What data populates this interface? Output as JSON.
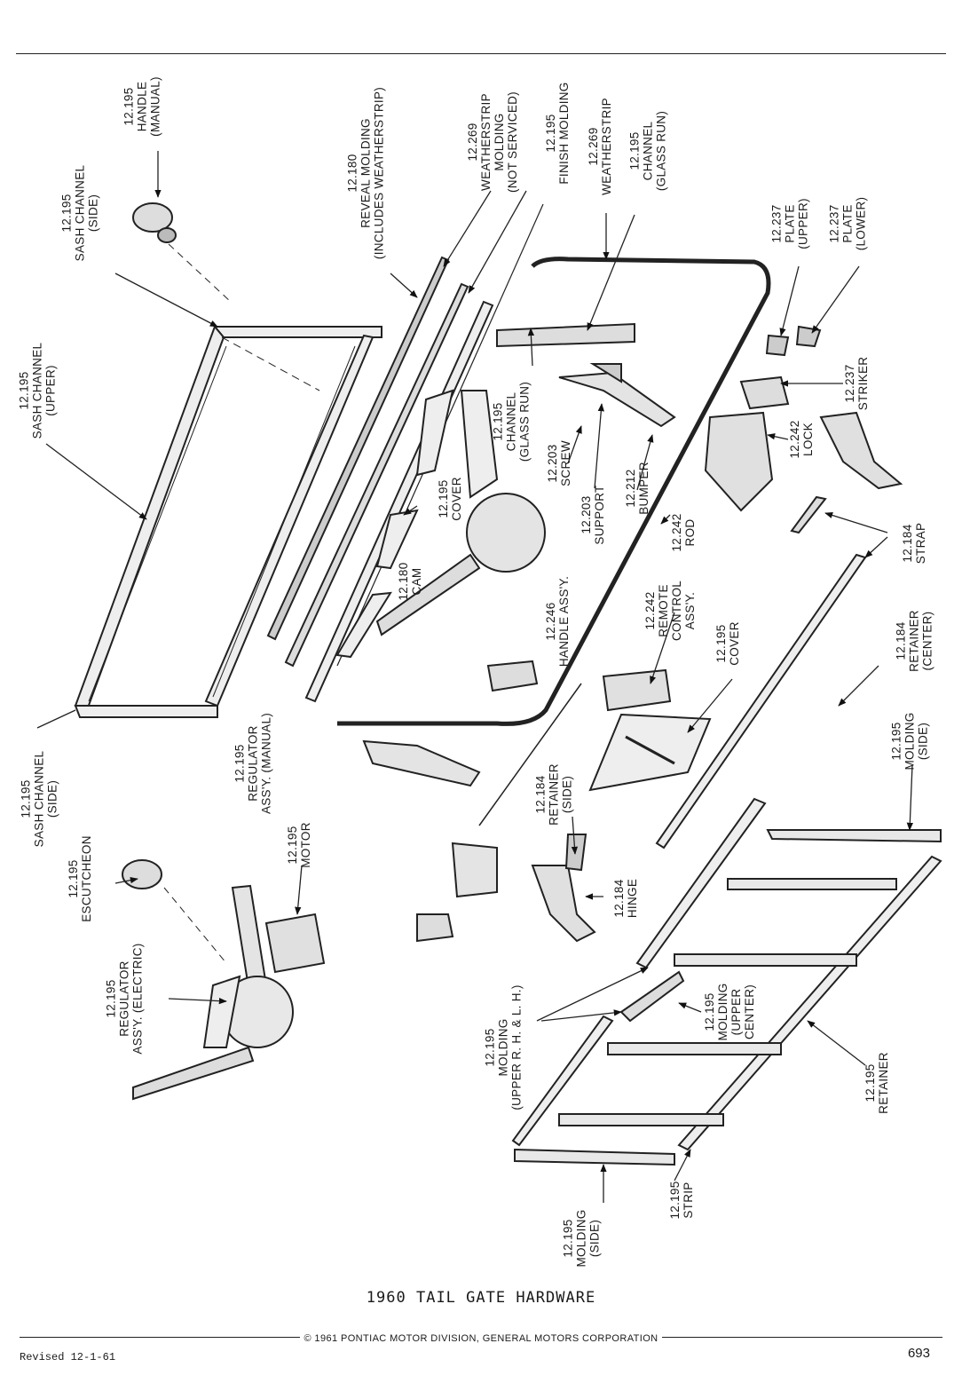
{
  "caption": "1960 TAIL GATE HARDWARE",
  "copyright": "© 1961 PONTIAC MOTOR DIVISION, GENERAL MOTORS CORPORATION",
  "revised": "Revised 12-1-61",
  "page_number": "693",
  "labels": {
    "handle_manual": "12.195\nHANDLE\n(MANUAL)",
    "sash_channel_side_top": "12.195\nSASH CHANNEL\n(SIDE)",
    "reveal_molding": "12.180\nREVEAL MOLDING\n(INCLUDES WEATHERSTRIP)",
    "weatherstrip_molding": "12.269\nWEATHERSTRIP\nMOLDING\n(NOT SERVICED)",
    "finish_molding": "12.195\nFINISH MOLDING",
    "weatherstrip": "12.269\nWEATHERSTRIP",
    "channel_glass_run_top": "12.195\nCHANNEL\n(GLASS RUN)",
    "plate_upper": "12.237\nPLATE\n(UPPER)",
    "plate_lower": "12.237\nPLATE\n(LOWER)",
    "sash_channel_upper": "12.195\nSASH CHANNEL\n(UPPER)",
    "striker": "12.237\nSTRIKER",
    "lock": "12.242\nLOCK",
    "channel_glass_run_mid": "12.195\nCHANNEL\n(GLASS RUN)",
    "screw": "12.203\nSCREW",
    "cover_mid": "12.195\nCOVER",
    "support": "12.203\nSUPPORT",
    "bumper": "12.212\nBUMPER",
    "rod": "12.242\nROD",
    "strap": "12.184\nSTRAP",
    "cam": "12.180\nCAM",
    "handle_assy": "12.246\nHANDLE ASS'Y.",
    "remote_control": "12.242\nREMOTE\nCONTROL\nASS'Y.",
    "cover_low": "12.195\nCOVER",
    "retainer_center": "12.184\nRETAINER\n(CENTER)",
    "regulator_manual": "12.195\nREGULATOR\nASS'Y. (MANUAL)",
    "sash_channel_side_bottom": "12.195\nSASH CHANNEL\n(SIDE)",
    "molding_side_right": "12.195\nMOLDING\n(SIDE)",
    "retainer_side": "12.184\nRETAINER\n(SIDE)",
    "escutcheon": "12.195\nESCUTCHEON",
    "motor": "12.195\nMOTOR",
    "hinge": "12.184\nHINGE",
    "regulator_electric": "12.195\nREGULATOR\nASS'Y. (ELECTRIC)",
    "molding_upper_rh_lh": "12.195\nMOLDING\n(UPPER R. H. & L. H.)",
    "molding_upper_center": "12.195\nMOLDING\n(UPPER\nCENTER)",
    "retainer_bottom": "12.195\nRETAINER",
    "molding_side_bottom": "12.195\nMOLDING\n(SIDE)",
    "strip": "12.195\nSTRIP"
  }
}
